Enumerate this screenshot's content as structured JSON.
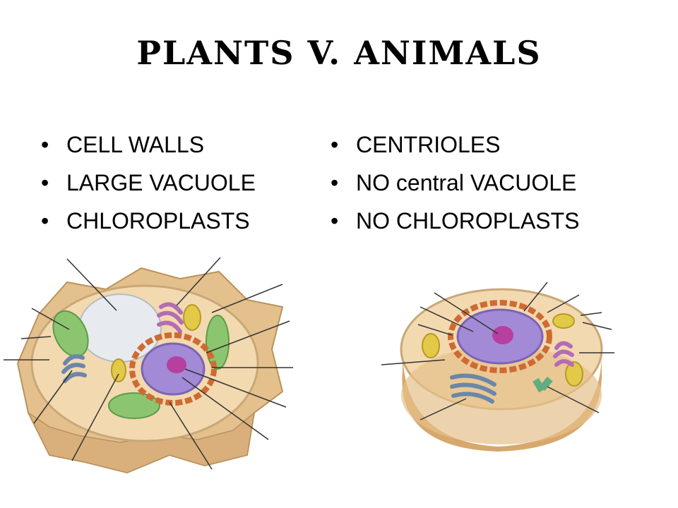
{
  "slide": {
    "title": "Plants v. Animals",
    "plants": {
      "items": [
        "CELL WALLS",
        "LARGE VACUOLE",
        "CHLOROPLASTS"
      ]
    },
    "animals": {
      "items": [
        "CENTRIOLES",
        "NO central VACUOLE",
        "NO CHLOROPLASTS"
      ]
    },
    "bullet": "•",
    "colors": {
      "cytoplasm": "#f2d9b0",
      "cell_wall": "#e4c08d",
      "nucleus": "#a38ad6",
      "nucleolus": "#b63fa0",
      "chloroplast": "#8cc56f",
      "mitochondria": "#e3c948",
      "golgi": "#b46cb4",
      "er": "#cf6a32",
      "vacuole": "#e7ebef"
    }
  }
}
